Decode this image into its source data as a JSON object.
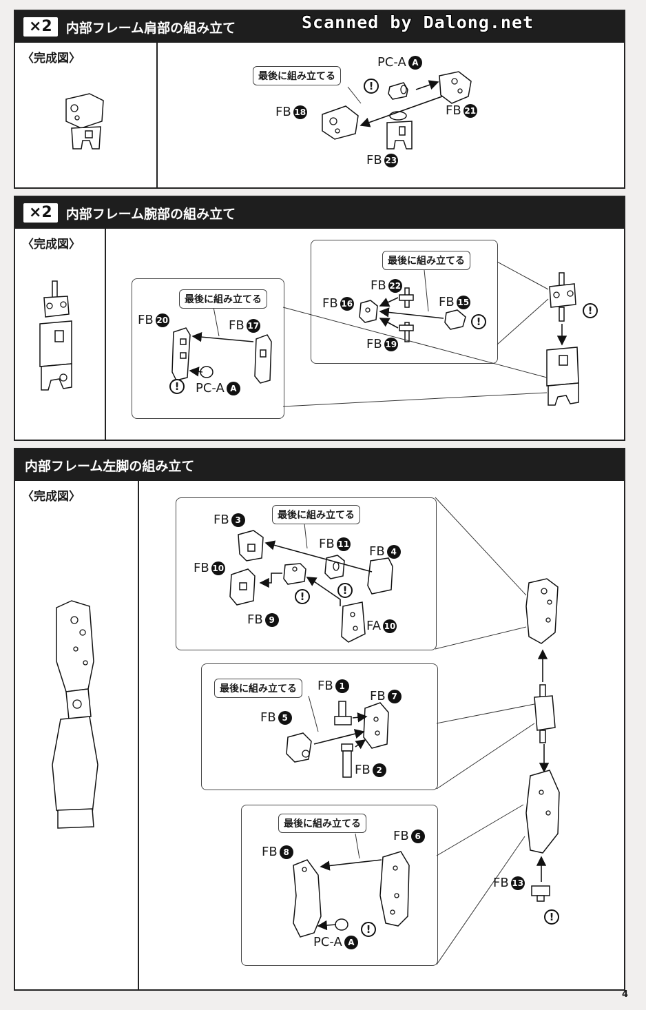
{
  "watermark": "Scanned by Dalong.net",
  "page_number": "4",
  "sections": {
    "shoulder": {
      "badge": "×2",
      "title": "内部フレーム肩部の組み立て",
      "complete_label": "〈完成図〉",
      "callout": "最後に組み立てる",
      "parts": {
        "pca": {
          "prefix": "PC-A",
          "num": "A"
        },
        "fb18": {
          "prefix": "FB",
          "num": "18"
        },
        "fb21": {
          "prefix": "FB",
          "num": "21"
        },
        "fb23": {
          "prefix": "FB",
          "num": "23"
        }
      }
    },
    "arm": {
      "badge": "×2",
      "title": "内部フレーム腕部の組み立て",
      "complete_label": "〈完成図〉",
      "callout_left": "最後に組み立てる",
      "callout_right": "最後に組み立てる",
      "parts": {
        "fb20": {
          "prefix": "FB",
          "num": "20"
        },
        "fb17": {
          "prefix": "FB",
          "num": "17"
        },
        "pca": {
          "prefix": "PC-A",
          "num": "A"
        },
        "fb22": {
          "prefix": "FB",
          "num": "22"
        },
        "fb16": {
          "prefix": "FB",
          "num": "16"
        },
        "fb15": {
          "prefix": "FB",
          "num": "15"
        },
        "fb19": {
          "prefix": "FB",
          "num": "19"
        }
      }
    },
    "leg": {
      "title": "内部フレーム左脚の組み立て",
      "complete_label": "〈完成図〉",
      "callout_top": "最後に組み立てる",
      "callout_mid": "最後に組み立てる",
      "callout_bot": "最後に組み立てる",
      "parts": {
        "fb3": {
          "prefix": "FB",
          "num": "3"
        },
        "fb11": {
          "prefix": "FB",
          "num": "11"
        },
        "fb4": {
          "prefix": "FB",
          "num": "4"
        },
        "fb10": {
          "prefix": "FB",
          "num": "10"
        },
        "fb9": {
          "prefix": "FB",
          "num": "9"
        },
        "fa10": {
          "prefix": "FA",
          "num": "10"
        },
        "fb1": {
          "prefix": "FB",
          "num": "1"
        },
        "fb7": {
          "prefix": "FB",
          "num": "7"
        },
        "fb5": {
          "prefix": "FB",
          "num": "5"
        },
        "fb2": {
          "prefix": "FB",
          "num": "2"
        },
        "fb6": {
          "prefix": "FB",
          "num": "6"
        },
        "fb8": {
          "prefix": "FB",
          "num": "8"
        },
        "pca": {
          "prefix": "PC-A",
          "num": "A"
        },
        "fb13": {
          "prefix": "FB",
          "num": "13"
        }
      }
    }
  },
  "warning_glyph": "!"
}
